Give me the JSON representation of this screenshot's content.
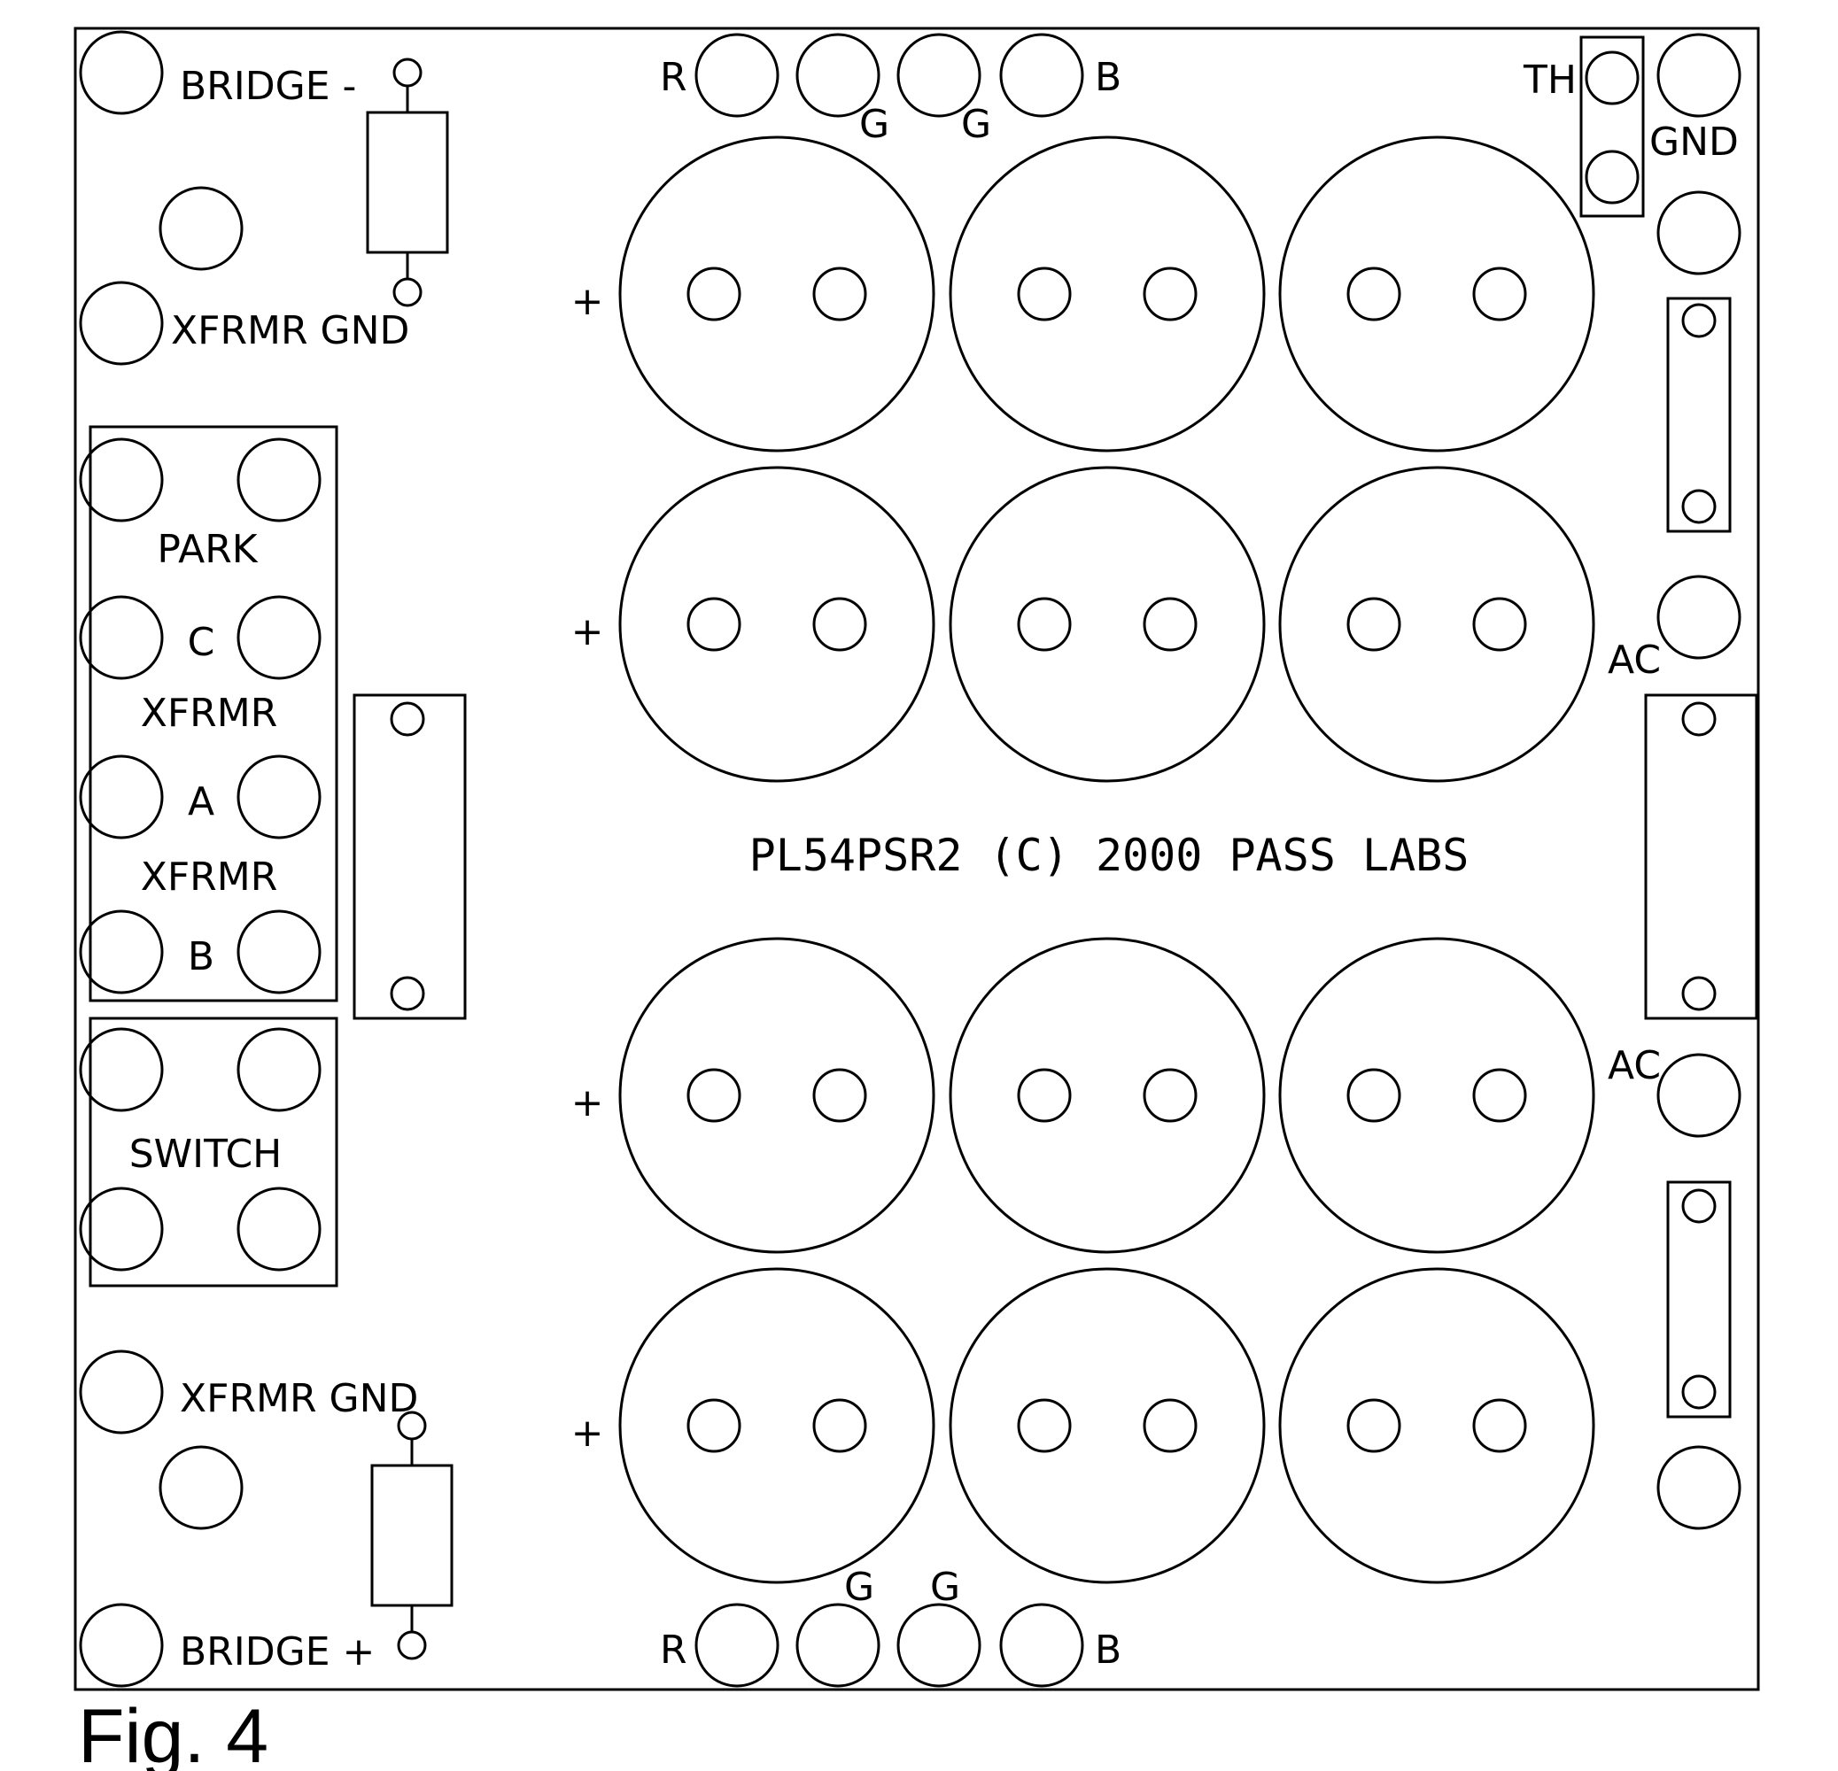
{
  "labels": {
    "bridge_minus": "BRIDGE -",
    "xfrmr_gnd_top": "XFRMR GND",
    "park": "PARK",
    "c": "C",
    "xfrmr_1": "XFRMR",
    "a": "A",
    "xfrmr_2": "XFRMR",
    "b_left": "B",
    "switch": "SWITCH",
    "xfrmr_gnd_bottom": "XFRMR GND",
    "bridge_plus": "BRIDGE +",
    "r_top": "R",
    "b_top": "B",
    "g_top_1": "G",
    "g_top_2": "G",
    "th": "TH",
    "gnd": "GND",
    "ac_1": "AC",
    "ac_2": "AC",
    "r_bottom": "R",
    "b_bottom": "B",
    "g_bottom_1": "G",
    "g_bottom_2": "G",
    "plus_1": "+",
    "plus_2": "+",
    "plus_3": "+",
    "plus_4": "+"
  },
  "board_title": "PL54PSR2 (C) 2000 PASS LABS",
  "figure_caption": "Fig. 4"
}
